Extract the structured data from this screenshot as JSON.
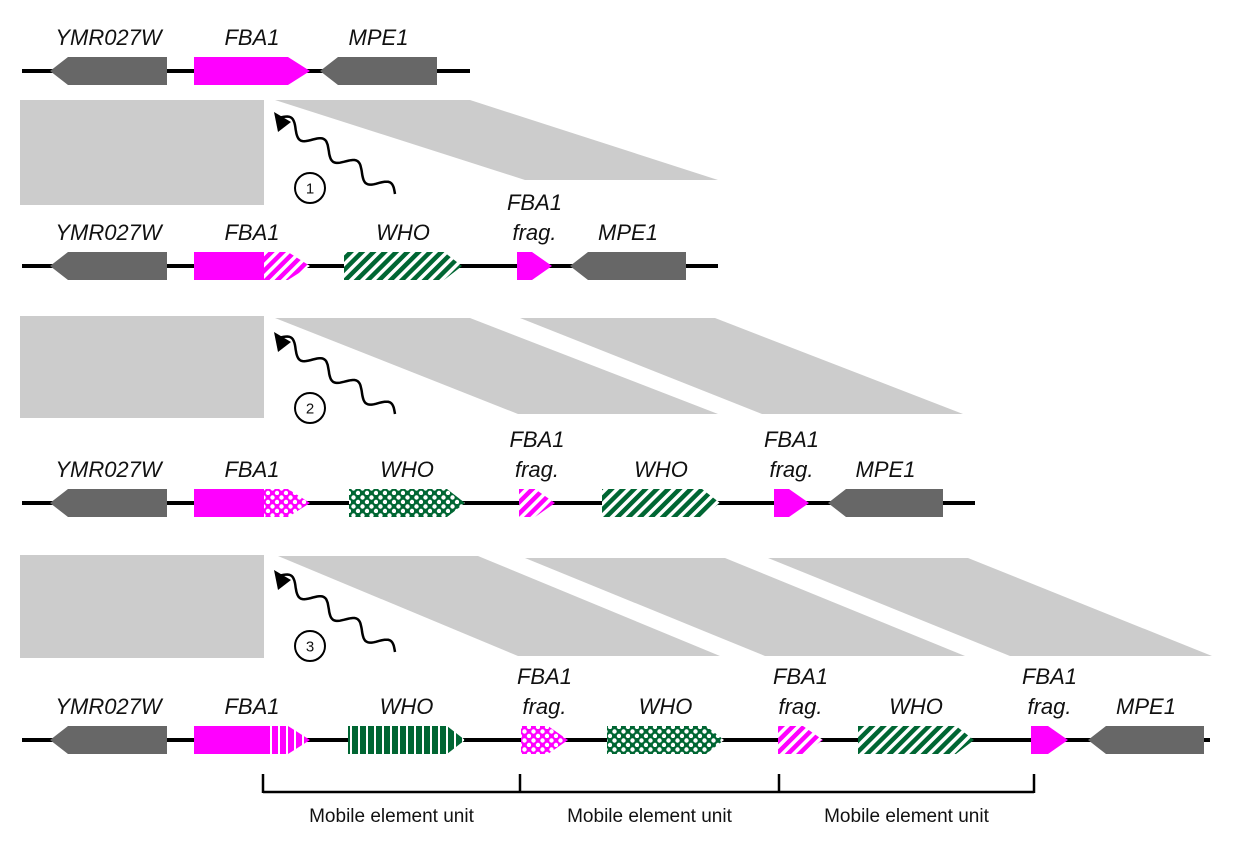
{
  "colors": {
    "fba1": "#ff00ff",
    "who": "#006633",
    "flank_gene": "#676767",
    "copy_shading": "#cccccc",
    "line": "#000000"
  },
  "rows": [
    {
      "id": "row0",
      "genes": [
        {
          "label": "YMR027W",
          "type": "flank",
          "dir": "left"
        },
        {
          "label": "FBA1",
          "type": "fba1",
          "dir": "right",
          "tail": "none"
        },
        {
          "label": "MPE1",
          "type": "flank",
          "dir": "left"
        }
      ]
    },
    {
      "id": "row1",
      "genes": [
        {
          "label": "YMR027W",
          "type": "flank",
          "dir": "left"
        },
        {
          "label": "FBA1",
          "type": "fba1",
          "dir": "right",
          "tail": "diagonal"
        },
        {
          "label": "WHO",
          "type": "who",
          "dir": "right",
          "pattern": "diagonal"
        },
        {
          "label": "FBA1",
          "label2": "frag.",
          "type": "frag",
          "dir": "right",
          "pattern": "solid"
        },
        {
          "label": "MPE1",
          "type": "flank",
          "dir": "left"
        }
      ]
    },
    {
      "id": "row2",
      "genes": [
        {
          "label": "YMR027W",
          "type": "flank",
          "dir": "left"
        },
        {
          "label": "FBA1",
          "type": "fba1",
          "dir": "right",
          "tail": "dots"
        },
        {
          "label": "WHO",
          "type": "who",
          "dir": "right",
          "pattern": "dots"
        },
        {
          "label": "FBA1",
          "label2": "frag.",
          "type": "frag",
          "dir": "right",
          "pattern": "diagonal"
        },
        {
          "label": "WHO",
          "type": "who",
          "dir": "right",
          "pattern": "diagonal"
        },
        {
          "label": "FBA1",
          "label2": "frag.",
          "type": "frag",
          "dir": "right",
          "pattern": "solid"
        },
        {
          "label": "MPE1",
          "type": "flank",
          "dir": "left"
        }
      ]
    },
    {
      "id": "row3",
      "genes": [
        {
          "label": "YMR027W",
          "type": "flank",
          "dir": "left"
        },
        {
          "label": "FBA1",
          "type": "fba1",
          "dir": "right",
          "tail": "vertical"
        },
        {
          "label": "WHO",
          "type": "who",
          "dir": "right",
          "pattern": "vertical"
        },
        {
          "label": "FBA1",
          "label2": "frag.",
          "type": "frag",
          "dir": "right",
          "pattern": "dots"
        },
        {
          "label": "WHO",
          "type": "who",
          "dir": "right",
          "pattern": "dots"
        },
        {
          "label": "FBA1",
          "label2": "frag.",
          "type": "frag",
          "dir": "right",
          "pattern": "diagonal"
        },
        {
          "label": "WHO",
          "type": "who",
          "dir": "right",
          "pattern": "diagonal"
        },
        {
          "label": "FBA1",
          "label2": "frag.",
          "type": "frag",
          "dir": "right",
          "pattern": "solid"
        },
        {
          "label": "MPE1",
          "type": "flank",
          "dir": "left"
        }
      ]
    }
  ],
  "transpositions": [
    {
      "step": "1",
      "copies": 1
    },
    {
      "step": "2",
      "copies": 2
    },
    {
      "step": "3",
      "copies": 3
    }
  ],
  "mobile_units": {
    "label": "Mobile element unit",
    "count": 3,
    "labels": [
      "Mobile element unit",
      "Mobile element unit",
      "Mobile element unit"
    ]
  }
}
